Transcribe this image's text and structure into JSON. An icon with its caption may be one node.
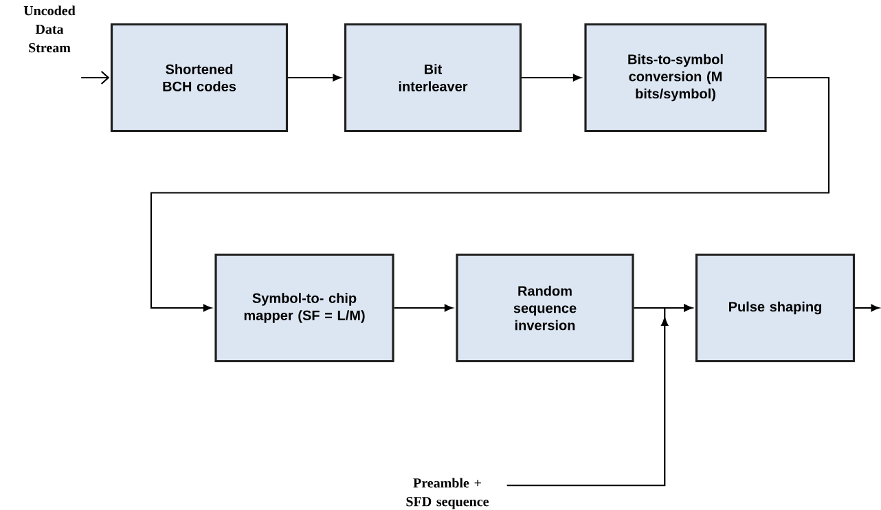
{
  "diagram": {
    "nodes": [
      {
        "text": [
          "Uncoded Data Stream"
        ]
      },
      {
        "text": [
          "Shortened BCH codes"
        ]
      },
      {
        "text": [
          "Bit interleaver"
        ]
      },
      {
        "text": [
          "Bits-to-symbol conversion (M bits/symbol)"
        ]
      },
      {
        "text": [
          "Symbol-to- chip mapper (SF = L/M)"
        ]
      },
      {
        "text": [
          "Random sequence inversion"
        ]
      },
      {
        "text": [
          "Pulse shaping"
        ]
      },
      {
        "text": [
          "Preamble + SFD sequence"
        ]
      }
    ],
    "edges": [
      {
        "from": 0,
        "to": 1,
        "arrow": "to"
      },
      {
        "from": 1,
        "to": 2,
        "arrow": "to"
      },
      {
        "from": 2,
        "to": 3,
        "arrow": "to"
      },
      {
        "from": 3,
        "to": 4,
        "arrow": "to"
      },
      {
        "from": 4,
        "to": 5,
        "arrow": "to"
      },
      {
        "from": 5,
        "to": 6,
        "arrow": "to"
      },
      {
        "from": 7,
        "to": 6,
        "arrow": "to"
      },
      {
        "from": 6,
        "to": null,
        "arrow": "to"
      }
    ]
  }
}
